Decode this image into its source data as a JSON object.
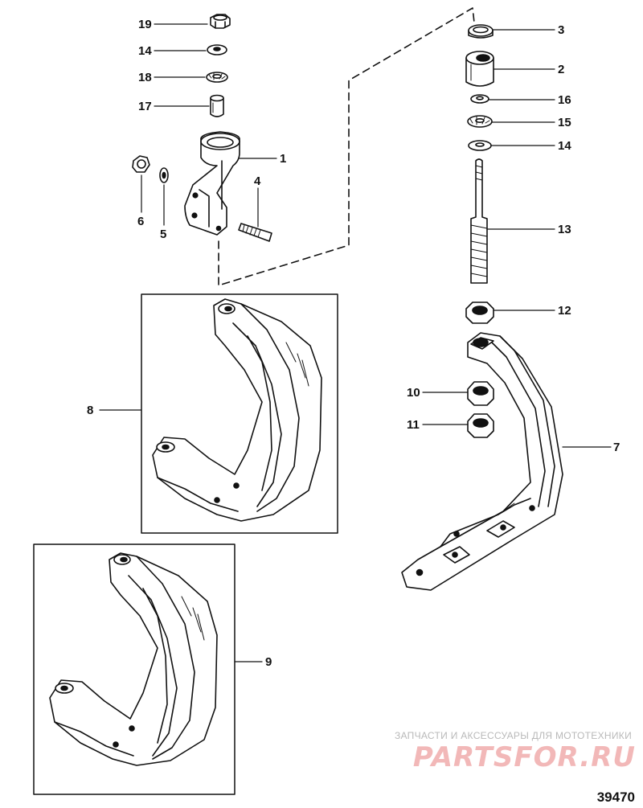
{
  "callouts": {
    "c19": "19",
    "c14a": "14",
    "c18": "18",
    "c17": "17",
    "c1": "1",
    "c4": "4",
    "c6": "6",
    "c5": "5",
    "c3": "3",
    "c2": "2",
    "c16": "16",
    "c15": "15",
    "c14b": "14",
    "c13": "13",
    "c12": "12",
    "c10": "10",
    "c11": "11",
    "c7": "7",
    "c8": "8",
    "c9": "9"
  },
  "watermark": {
    "tagline": "ЗАПЧАСТИ И АКСЕССУАРЫ ДЛЯ МОТОТЕХНИКИ",
    "logo": "PARTSFOR.RU"
  },
  "figure_number": "39470",
  "colors": {
    "ink": "#111111",
    "watermark_logo": "#f2b8b8",
    "watermark_text": "#b9b9b9"
  }
}
